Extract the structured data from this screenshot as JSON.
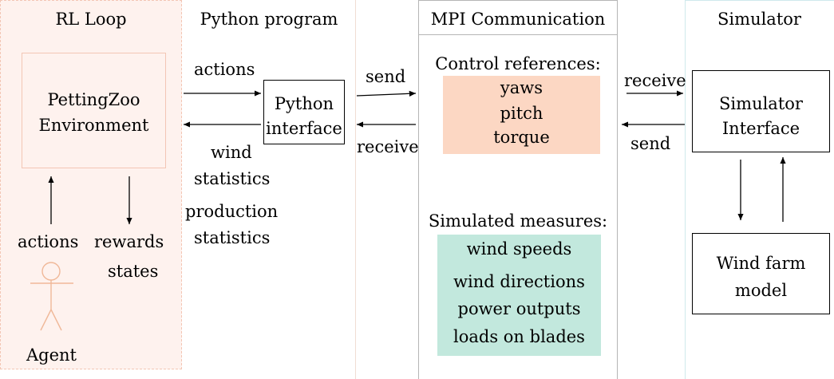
{
  "panels": {
    "rl_loop": {
      "title": "RL Loop"
    },
    "python_program": {
      "title": "Python program"
    },
    "mpi": {
      "title": "MPI Communication"
    },
    "simulator": {
      "title": "Simulator"
    }
  },
  "boxes": {
    "pettingzoo": {
      "line1": "PettingZoo",
      "line2": "Environment"
    },
    "python_interface": {
      "line1": "Python",
      "line2": "interface"
    },
    "simulator_interface": {
      "line1": "Simulator",
      "line2": "Interface"
    },
    "wind_farm_model": {
      "line1": "Wind farm",
      "line2": "model"
    }
  },
  "rl_labels": {
    "actions": "actions",
    "rewards": "rewards",
    "states": "states",
    "agent": "Agent"
  },
  "python_labels": {
    "actions": "actions",
    "wind": "wind",
    "wind_statistics": "statistics",
    "production": "production",
    "production_statistics": "statistics"
  },
  "link_labels": {
    "send_left": "send",
    "receive_left": "receive",
    "receive_right": "receive",
    "send_right": "send"
  },
  "mpi": {
    "control_title": "Control references:",
    "control_items": [
      "yaws",
      "pitch",
      "torque"
    ],
    "measures_title": "Simulated measures:",
    "measure_items": [
      "wind speeds",
      "wind directions",
      "power outputs",
      "loads on blades"
    ]
  },
  "colors": {
    "rl_panel_fill": "#fef2ee",
    "rl_panel_border": "#f3c6b4",
    "control_fill": "#fcd7c3",
    "measures_fill": "#c2e8dd",
    "agent_stroke": "#f0b898",
    "simulator_border": "#cfe9ec",
    "mpi_border": "#b5b5b5"
  },
  "icons": {
    "agent": "stick-figure-icon"
  }
}
